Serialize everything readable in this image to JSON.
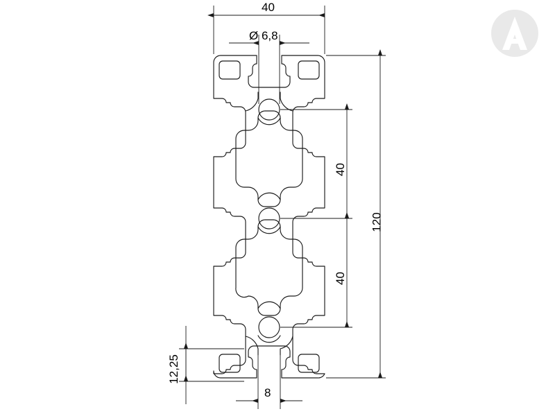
{
  "drawing": {
    "kind": "technical-drawing",
    "subject": "aluminium-t-slot-extrusion-cross-section",
    "profile_width_mm": 40,
    "profile_height_mm": 120,
    "line_color": "#1a1a1a",
    "background_color": "#ffffff",
    "watermark_color": "#e8e8e8"
  },
  "dimensions": {
    "width_top": {
      "label": "40",
      "value": 40,
      "orientation": "horizontal"
    },
    "bore_diameter": {
      "label": "Ø 6,8",
      "value": 6.8,
      "orientation": "horizontal"
    },
    "pitch_upper": {
      "label": "40",
      "value": 40,
      "orientation": "vertical"
    },
    "pitch_lower": {
      "label": "40",
      "value": 40,
      "orientation": "vertical"
    },
    "total_height": {
      "label": "120",
      "value": 120,
      "orientation": "vertical"
    },
    "edge_offset": {
      "label": "12,25",
      "value": 12.25,
      "orientation": "vertical"
    },
    "slot_opening": {
      "label": "8",
      "value": 8,
      "orientation": "horizontal"
    }
  },
  "watermark": {
    "icon": "letter-a-in-circle-logo"
  }
}
